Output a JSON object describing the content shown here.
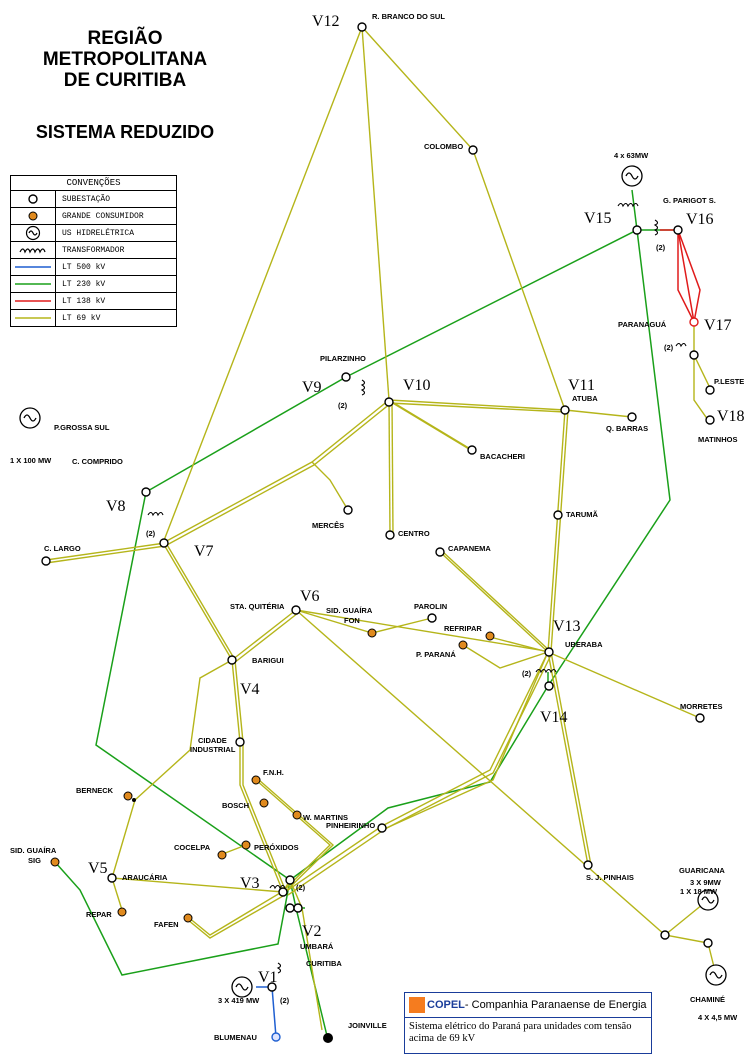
{
  "title": {
    "line1": "REGIÃO",
    "line2": "METROPOLITANA",
    "line3": "DE CURITIBA"
  },
  "subtitle": "SISTEMA REDUZIDO",
  "legend": {
    "header": "CONVENÇÕES",
    "items": [
      {
        "label": "SUBESTAÇÃO",
        "icon": "substation-icon"
      },
      {
        "label": "GRANDE CONSUMIDOR",
        "icon": "consumer-icon"
      },
      {
        "label": "US HIDRELÉTRICA",
        "icon": "hydro-plant-icon"
      },
      {
        "label": "TRANSFORMADOR",
        "icon": "transformer-icon"
      },
      {
        "label": "LT 500 kV",
        "color": "#1f5fd1"
      },
      {
        "label": "LT 230 kV",
        "color": "#1aa01a"
      },
      {
        "label": "LT 138 kV",
        "color": "#e01b1b"
      },
      {
        "label": "LT  69 kV",
        "color": "#b5b51a"
      }
    ]
  },
  "colors": {
    "lt500": "#1f5fd1",
    "lt230": "#1aa01a",
    "lt138": "#e01b1b",
    "lt69": "#b5b51a",
    "consumer": "#e08a1e"
  },
  "nodes": {
    "r_branco": "R. BRANCO DO SUL",
    "colombo": "COLOMBO",
    "g_parigot": "G. PARIGOT S.",
    "gen_v15": "4 x 63MW",
    "paranagua": "PARANAGUÁ",
    "p_leste": "P.LESTE",
    "matinhos": "MATINHOS",
    "pilarzinho": "PILARZINHO",
    "atuba": "ATUBA",
    "q_barras": "Q. BARRAS",
    "bacacheri": "BACACHERI",
    "p_grossa": "P.GROSSA SUL",
    "gen_pg": "1 X 100 MW",
    "c_comprido": "C. COMPRIDO",
    "merces": "MERCÊS",
    "centro": "CENTRO",
    "taruma": "TARUMÃ",
    "c_largo": "C. LARGO",
    "capanema": "CAPANEMA",
    "sta_quiteria": "STA. QUITÉRIA",
    "sid_fon_1": "SID. GUAÍRA",
    "sid_fon_2": "FON",
    "parolin": "PAROLIN",
    "refripar": "REFRIPAR",
    "uberaba": "UBERABA",
    "p_parana": "P. PARANÁ",
    "barigui": "BARIGUI",
    "morretes": "MORRETES",
    "berneck": "BERNECK",
    "cid_ind_1": "CIDADE",
    "cid_ind_2": "INDUSTRIAL",
    "fnh": "F.N.H.",
    "bosch": "BOSCH",
    "w_martins": "W. MARTINS",
    "pinheirinho": "PINHEIRINHO",
    "sid_sig_1": "SID. GUAÍRA",
    "sid_sig_2": "SIG",
    "cocelpa": "COCELPA",
    "peroxidos": "PERÓXIDOS",
    "s_j_pinhais": "S. J. PINHAIS",
    "guaricana": "GUARICANA",
    "gen_guar_1": "3 X 9MW",
    "gen_guar_2": "1 X 18 MW",
    "araucaria": "ARAUCÁRIA",
    "repar": "REPAR",
    "fafen": "FAFEN",
    "umbara": "UMBARÁ",
    "curitiba": "CURITIBA",
    "gen_v1": "3 X 419 MW",
    "blumenau": "BLUMENAU",
    "joinville": "JOINVILLE",
    "chamine": "CHAMINÉ",
    "gen_chamine": "4 X 4,5 MW",
    "two": "(2)"
  },
  "buses": {
    "v1": "V1",
    "v2": "V2",
    "v3": "V3",
    "v4": "V4",
    "v5": "V5",
    "v6": "V6",
    "v7": "V7",
    "v8": "V8",
    "v9": "V9",
    "v10": "V10",
    "v11": "V11",
    "v12": "V12",
    "v13": "V13",
    "v14": "V14",
    "v15": "V15",
    "v16": "V16",
    "v17": "V17",
    "v18": "V18"
  },
  "footer": {
    "brand": "COPEL",
    "company": "- Companhia Paranaense de Energia",
    "description": "Sistema elétrico do Paraná para unidades com tensão acima de 69 kV"
  }
}
